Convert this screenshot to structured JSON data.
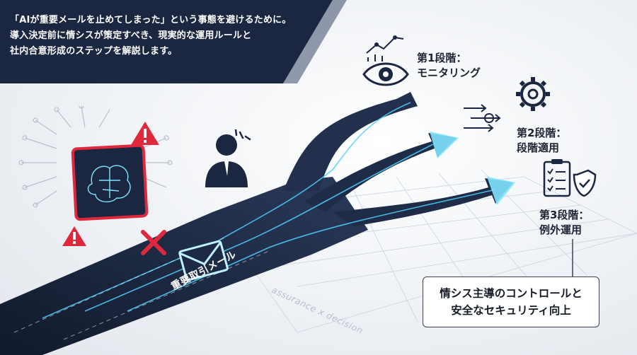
{
  "banner": {
    "line1": "「AIが重要メールを止めてしまった」という事態を避けるために。",
    "line2": "導入決定前に情シスが策定すべき、現実的な運用ルールと",
    "line3": "社内合意形成のステップを解説します。"
  },
  "stages": [
    {
      "line1": "第1段階：",
      "line2": "モニタリング",
      "icon": "eye-chart-icon"
    },
    {
      "line1": "第2段階：",
      "line2": "段階適用",
      "icon": "gear-arrows-icon"
    },
    {
      "line1": "第3段階：",
      "line2": "例外運用",
      "icon": "checklist-shield-icon"
    }
  ],
  "mail_label": "重要取引メール",
  "outcome": {
    "line1": "情シス主導のコントロールと",
    "line2": "安全なセキュリティ向上"
  },
  "watermark": "assurance x decision",
  "colors": {
    "navy": "#1b2740",
    "road": "#1d2a44",
    "accent_cyan": "#4fd0ff",
    "alert_red": "#e0283c"
  }
}
